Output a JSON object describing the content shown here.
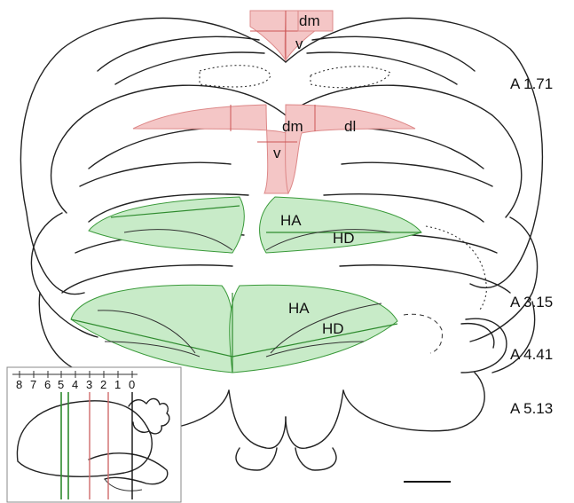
{
  "levels": {
    "a171": "A 1.71",
    "a315": "A 3.15",
    "a441": "A 4.41",
    "a513": "A 5.13"
  },
  "regions": {
    "upper_dm": "dm",
    "upper_v": "v",
    "mid_dm": "dm",
    "mid_dl": "dl",
    "mid_v": "v",
    "ha_upper": "HA",
    "hd_upper": "HD",
    "ha_lower": "HA",
    "hd_lower": "HD"
  },
  "inset": {
    "ticks": [
      "8",
      "7",
      "6",
      "5",
      "4",
      "3",
      "2",
      "1",
      "0"
    ]
  },
  "colors": {
    "hippocampal_shading": "#f4c6c6",
    "hyperpallium_shading": "#c8ebc8",
    "green_line": "#2e8b2e",
    "red_line": "#d06a6a"
  }
}
